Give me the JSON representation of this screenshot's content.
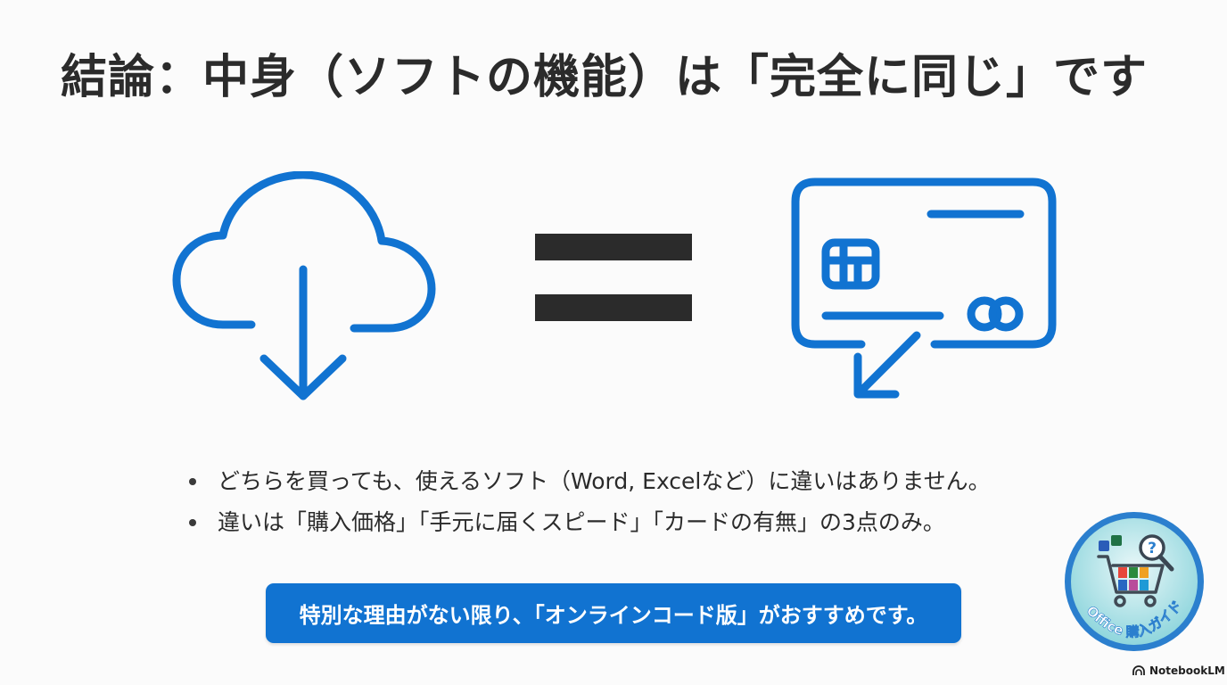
{
  "slide": {
    "title": "結論：中身（ソフトの機能）は「完全に同じ」です",
    "bullets": [
      "どちらを買っても、使えるソフト（Word, Excelなど）に違いはありません。",
      "違いは「購入価格」「手元に届くスピード」「カードの有無」の3点のみ。"
    ],
    "cta_label": "特別な理由がない限り、「オンラインコード版」がおすすめです。",
    "badge": {
      "label": "Office 購入ガイド"
    },
    "footer_brand": "NotebookLM"
  },
  "icons": {
    "left": "cloud-download-icon",
    "middle": "equals-icon",
    "right": "card-code-icon",
    "badge": "shopping-cart-question-icon",
    "footer": "notebooklm-logo-icon"
  },
  "colors": {
    "accent_blue": "#1173d1",
    "text_dark": "#2b2b2b",
    "background": "#fbfbfb",
    "badge_teal": "#5cc1cc"
  }
}
